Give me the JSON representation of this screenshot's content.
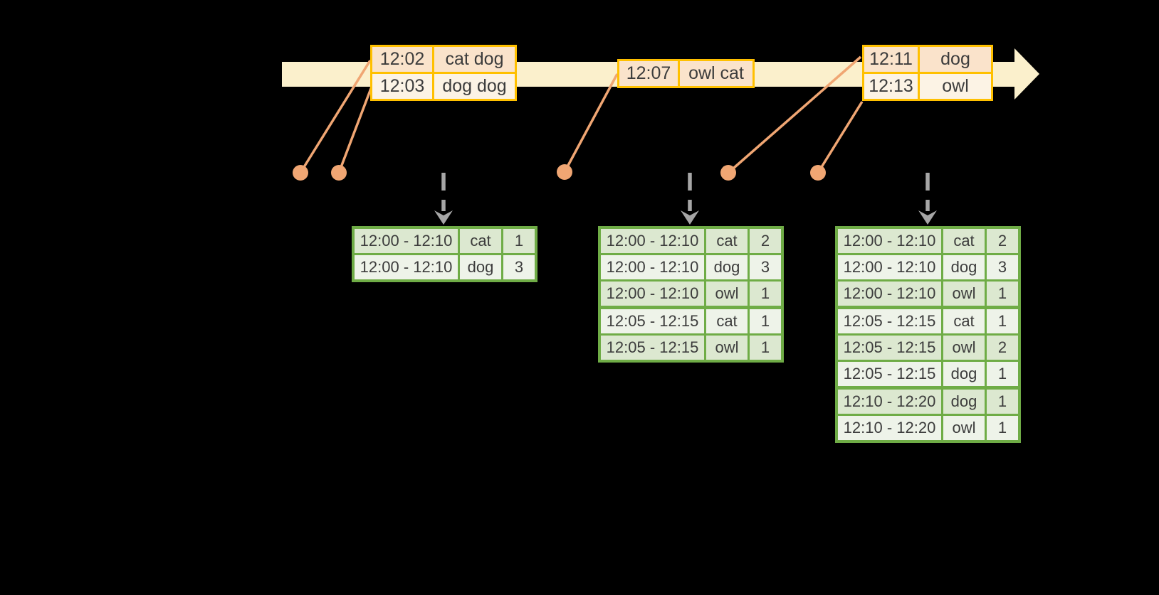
{
  "colors": {
    "background": "#000000",
    "timeline_fill": "#fbf0cc",
    "event_border": "#ffc000",
    "event_row_odd": "#fae3cb",
    "event_row_even": "#fcf3e5",
    "connector": "#f0a673",
    "dashed_arrow": "#a6a6a6",
    "result_border": "#6fac46",
    "result_row_odd": "#dce8d0",
    "result_row_even": "#eef3e9",
    "text": "#3c3c3c"
  },
  "icons": {
    "timeline_arrowhead": "right-triangle",
    "trigger_arrow": "dashed-down-arrow",
    "event_dot": "filled-circle"
  },
  "event_tables": [
    {
      "name": "batch-1",
      "rows": [
        {
          "time": "12:02",
          "words": "cat dog"
        },
        {
          "time": "12:03",
          "words": "dog dog"
        }
      ]
    },
    {
      "name": "batch-2",
      "rows": [
        {
          "time": "12:07",
          "words": "owl cat"
        }
      ]
    },
    {
      "name": "batch-3",
      "rows": [
        {
          "time": "12:11",
          "words": "dog"
        },
        {
          "time": "12:13",
          "words": "owl"
        }
      ]
    }
  ],
  "result_tables": [
    {
      "name": "result-1",
      "rows": [
        {
          "window": "12:00 - 12:10",
          "word": "cat",
          "count": "1"
        },
        {
          "window": "12:00 - 12:10",
          "word": "dog",
          "count": "3"
        }
      ]
    },
    {
      "name": "result-2",
      "rows": [
        {
          "window": "12:00 - 12:10",
          "word": "cat",
          "count": "2"
        },
        {
          "window": "12:00 - 12:10",
          "word": "dog",
          "count": "3"
        },
        {
          "window": "12:00 - 12:10",
          "word": "owl",
          "count": "1"
        },
        {
          "window": "12:05 - 12:15",
          "word": "cat",
          "count": "1"
        },
        {
          "window": "12:05 - 12:15",
          "word": "owl",
          "count": "1"
        }
      ]
    },
    {
      "name": "result-3",
      "rows": [
        {
          "window": "12:00 - 12:10",
          "word": "cat",
          "count": "2"
        },
        {
          "window": "12:00 - 12:10",
          "word": "dog",
          "count": "3"
        },
        {
          "window": "12:00 - 12:10",
          "word": "owl",
          "count": "1"
        },
        {
          "window": "12:05 - 12:15",
          "word": "cat",
          "count": "1"
        },
        {
          "window": "12:05 - 12:15",
          "word": "owl",
          "count": "2"
        },
        {
          "window": "12:05 - 12:15",
          "word": "dog",
          "count": "1"
        },
        {
          "window": "12:10 - 12:20",
          "word": "dog",
          "count": "1"
        },
        {
          "window": "12:10 - 12:20",
          "word": "owl",
          "count": "1"
        }
      ]
    }
  ]
}
